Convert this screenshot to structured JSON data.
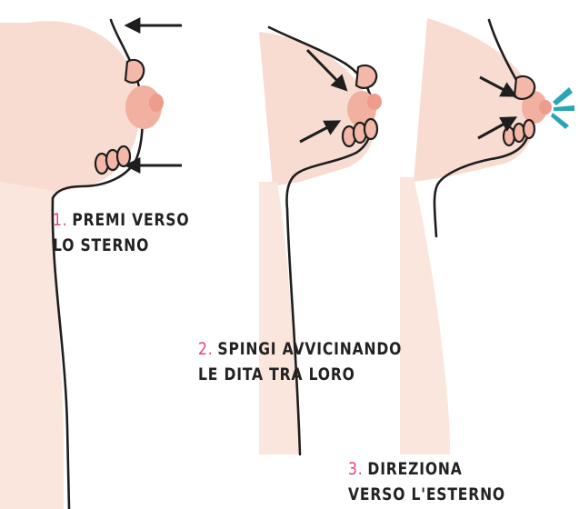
{
  "colors": {
    "skin": "#f8dcd2",
    "skin_shadow": "#f2c4b8",
    "nipple": "#ee9c8c",
    "finger": "#f4b8a8",
    "outline": "#1e1e1e",
    "number_accent": "#e8407c",
    "milk": "#2aa5b8"
  },
  "steps": [
    {
      "number": "1.",
      "line1": "PREMI VERSO",
      "line2": "LO STERNO"
    },
    {
      "number": "2.",
      "line1": "SPINGI AVVICINANDO",
      "line2": "LE DITA TRA LORO"
    },
    {
      "number": "3.",
      "line1": "DIREZIONA",
      "line2": "VERSO L'ESTERNO"
    }
  ]
}
